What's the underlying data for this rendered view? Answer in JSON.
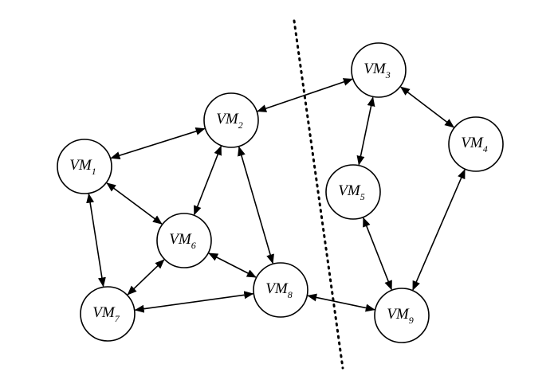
{
  "nodes": [
    {
      "id": "vm1",
      "prefix": "VM",
      "sub": "1"
    },
    {
      "id": "vm2",
      "prefix": "VM",
      "sub": "2"
    },
    {
      "id": "vm3",
      "prefix": "VM",
      "sub": "3"
    },
    {
      "id": "vm4",
      "prefix": "VM",
      "sub": "4"
    },
    {
      "id": "vm5",
      "prefix": "VM",
      "sub": "5"
    },
    {
      "id": "vm6",
      "prefix": "VM",
      "sub": "6"
    },
    {
      "id": "vm7",
      "prefix": "VM",
      "sub": "7"
    },
    {
      "id": "vm8",
      "prefix": "VM",
      "sub": "8"
    },
    {
      "id": "vm9",
      "prefix": "VM",
      "sub": "9"
    }
  ],
  "edges": [
    {
      "from": "vm1",
      "to": "vm2",
      "type": "bidirectional"
    },
    {
      "from": "vm1",
      "to": "vm6",
      "type": "bidirectional"
    },
    {
      "from": "vm1",
      "to": "vm7",
      "type": "bidirectional"
    },
    {
      "from": "vm2",
      "to": "vm6",
      "type": "bidirectional"
    },
    {
      "from": "vm2",
      "to": "vm8",
      "type": "bidirectional"
    },
    {
      "from": "vm2",
      "to": "vm3",
      "type": "bidirectional"
    },
    {
      "from": "vm6",
      "to": "vm7",
      "type": "bidirectional"
    },
    {
      "from": "vm6",
      "to": "vm8",
      "type": "bidirectional"
    },
    {
      "from": "vm7",
      "to": "vm8",
      "type": "bidirectional"
    },
    {
      "from": "vm8",
      "to": "vm9",
      "type": "bidirectional"
    },
    {
      "from": "vm3",
      "to": "vm4",
      "type": "bidirectional"
    },
    {
      "from": "vm3",
      "to": "vm5",
      "type": "bidirectional"
    },
    {
      "from": "vm4",
      "to": "vm9",
      "type": "bidirectional"
    },
    {
      "from": "vm5",
      "to": "vm9",
      "type": "bidirectional"
    }
  ],
  "divider": {
    "style": "dotted"
  }
}
